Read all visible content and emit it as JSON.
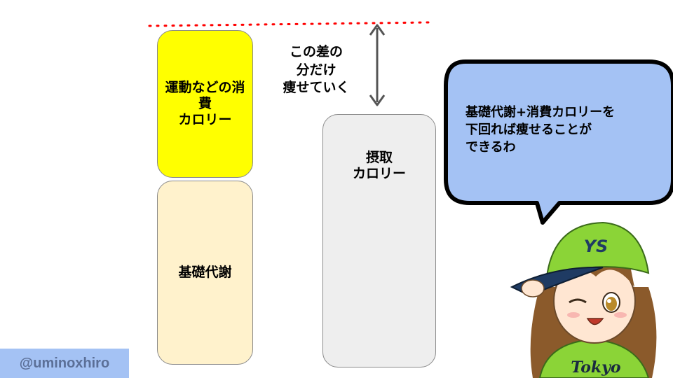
{
  "diagram": {
    "exercise_box_label": "運動などの消\n費\nカロリー",
    "bmr_box_label": "基礎代謝",
    "intake_box_label": "摂取\nカロリー",
    "difference_note": "この差の\n分だけ\n痩せていく",
    "speech_bubble_text": "基礎代謝+消費カロリーを\n下回れば痩せることが\nできるわ",
    "twitter_handle": "@uminoxhiro",
    "cap_logo_text": "YS",
    "jersey_text": "Tokyo"
  },
  "colors": {
    "exercise_box": "#ffff00",
    "bmr_box": "#fff2cc",
    "intake_box": "#eeeeee",
    "guide_line": "#ff0000",
    "bubble_fill": "#a4c2f4",
    "handle_bg": "#a4c2f4",
    "cap_green": "#8bd437"
  },
  "icons": {
    "arrow": "double-vertical-arrow",
    "character": "girl-with-green-cap"
  }
}
